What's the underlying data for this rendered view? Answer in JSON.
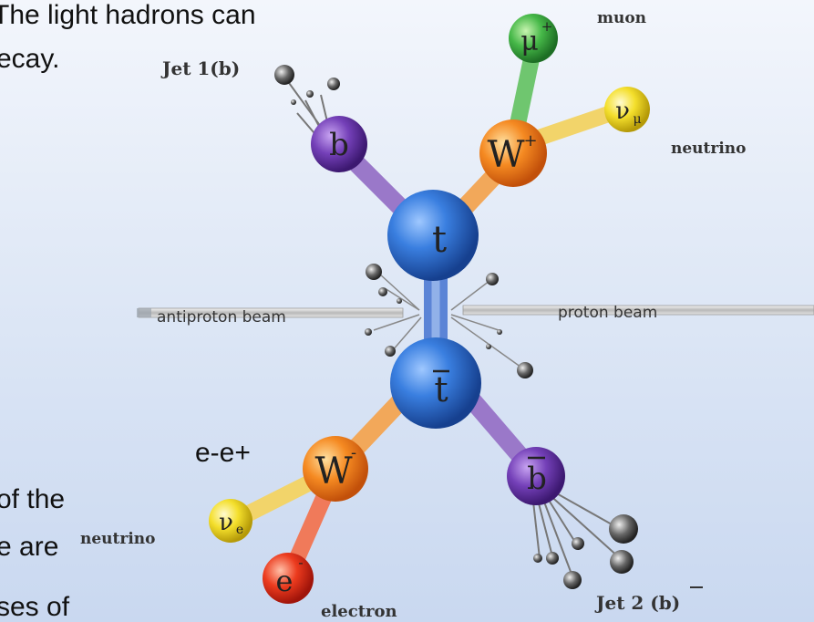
{
  "slide_text": {
    "line1": "The light hadrons can",
    "line2": "ecay.",
    "frag1": "e-e+",
    "frag2": "of  the",
    "frag3": "e    are",
    "frag4": "ses  of"
  },
  "diagram": {
    "particles": {
      "top": "t",
      "antitop": "t",
      "b_quark": "b",
      "anti_b": "b",
      "w_plus": "W",
      "w_plus_sign": "+",
      "w_minus": "W",
      "w_minus_sign": "-",
      "muon": "μ",
      "muon_sign": "+",
      "nu_mu": "ν",
      "nu_mu_sub": "μ",
      "nu_e": "ν",
      "nu_e_sub": "e",
      "electron": "e",
      "electron_sign": "-"
    },
    "labels": {
      "muon": "muon",
      "neutrino_top": "neutrino",
      "neutrino_bottom": "neutrino",
      "electron": "electron",
      "jet1": "Jet 1(b)",
      "jet2": "Jet 2 (b)",
      "antiproton_beam": "antiproton beam",
      "proton_beam": "proton beam"
    },
    "colors": {
      "top_ball": "#2f6fd0",
      "b_ball": "#6a35b0",
      "w_ball": "#f07a1a",
      "muon_ball": "#3fb84a",
      "neutrino_ball": "#f0d820",
      "electron_ball": "#e8331c"
    }
  }
}
